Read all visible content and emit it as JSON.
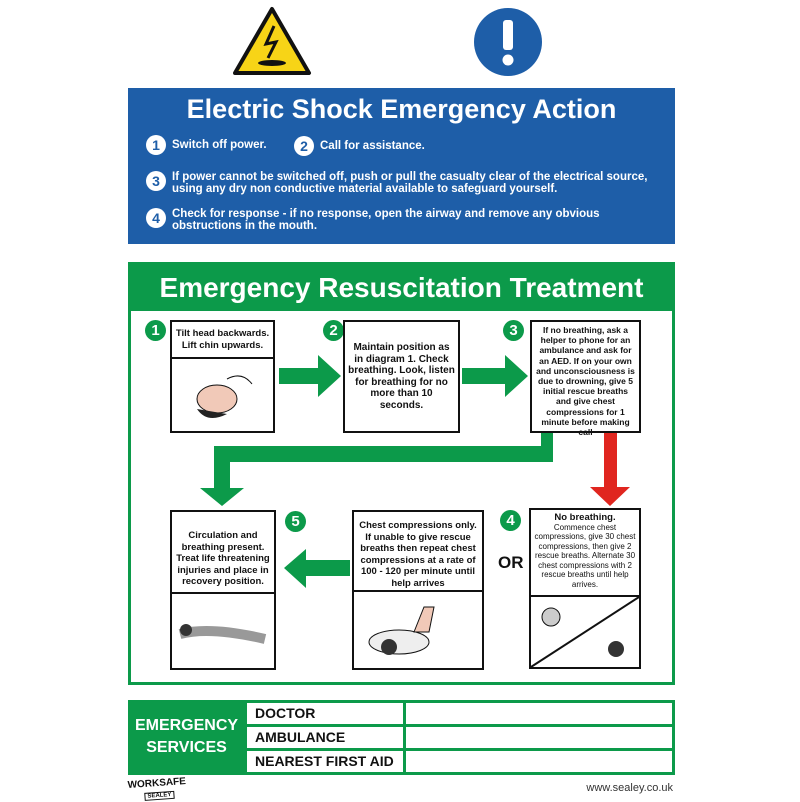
{
  "icons": {
    "warning": "electric-shock-warning-icon",
    "mandatory": "exclamation-mandatory-icon"
  },
  "colors": {
    "blue": "#1e5ea8",
    "green": "#0c9a4a",
    "red": "#e0261f",
    "yellow": "#f7d417"
  },
  "shock": {
    "title": "Electric Shock Emergency Action",
    "steps": [
      {
        "n": "1",
        "text": "Switch off power."
      },
      {
        "n": "2",
        "text": "Call for assistance."
      },
      {
        "n": "3",
        "text": "If power cannot be switched off, push or pull the casualty clear of the electrical source, using any dry non conductive material available to safeguard yourself."
      },
      {
        "n": "4",
        "text": "Check for response - if no response, open the airway and remove any obvious obstructions in the mouth."
      }
    ]
  },
  "resus": {
    "title": "Emergency Resuscitation Treatment",
    "steps": [
      {
        "n": "1",
        "text": "Tilt head backwards. Lift chin upwards."
      },
      {
        "n": "2",
        "text": "Maintain position as in diagram 1. Check breathing. Look, listen for breathing for no more than 10 seconds."
      },
      {
        "n": "3",
        "text": "If no breathing, ask a helper to phone for an ambulance and ask for an AED. If on your own and unconsciousness is due to drowning, give 5 initial rescue breaths and give chest compressions for 1 minute before making call"
      },
      {
        "n": "4",
        "title": "No breathing.",
        "text": "Commence chest compressions, give 30 chest compressions, then give 2 rescue breaths. Alternate 30 chest compressions with 2 rescue breaths until help arrives."
      },
      {
        "n": "5",
        "text": "Circulation and breathing present. Treat life threatening injuries and place in recovery position."
      }
    ],
    "alt": {
      "title": "Chest compressions only.",
      "text": "If unable to give rescue breaths then repeat chest compressions at a rate of 100 - 120 per minute until help arrives"
    },
    "or": "OR"
  },
  "footer": {
    "label": "EMERGENCY SERVICES",
    "rows": [
      "DOCTOR",
      "AMBULANCE",
      "NEAREST FIRST AID"
    ],
    "logo": "WORKSAFE SEALEY",
    "url": "www.sealey.co.uk"
  }
}
